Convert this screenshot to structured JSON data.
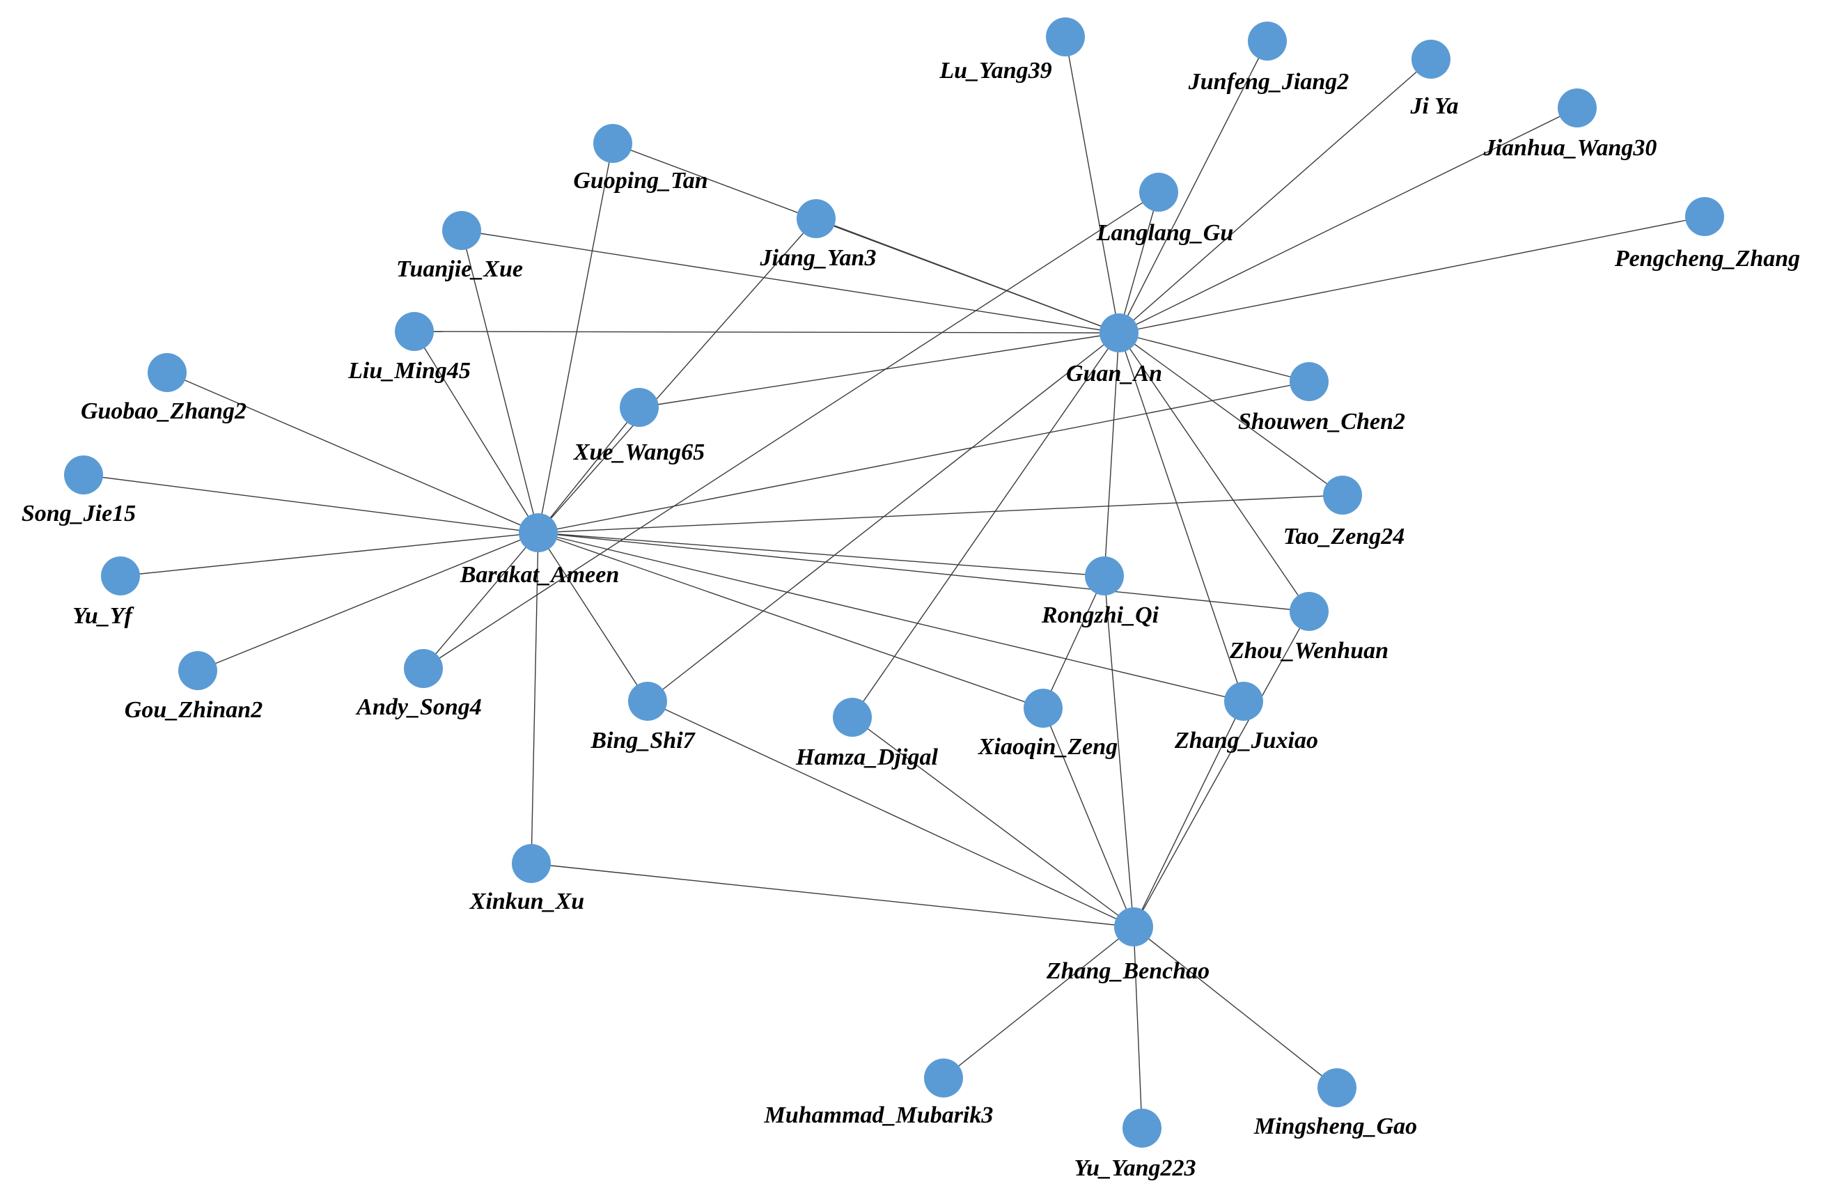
{
  "nodes": [
    {
      "id": "lu_yang39",
      "label": "Lu_Yang39"
    },
    {
      "id": "junfeng_jiang2",
      "label": "Junfeng_Jiang2"
    },
    {
      "id": "ji_ya",
      "label": "Ji Ya"
    },
    {
      "id": "jianhua_wang30",
      "label": "Jianhua_Wang30"
    },
    {
      "id": "guoping_tan",
      "label": "Guoping_Tan"
    },
    {
      "id": "langlang_gu",
      "label": "Langlang_Gu"
    },
    {
      "id": "pengcheng_zhang",
      "label": "Pengcheng_Zhang"
    },
    {
      "id": "jiang_yan3",
      "label": "Jiang_Yan3"
    },
    {
      "id": "tuanjie_xue",
      "label": "Tuanjie_Xue"
    },
    {
      "id": "guan_an",
      "label": "Guan_An"
    },
    {
      "id": "liu_ming45",
      "label": "Liu_Ming45"
    },
    {
      "id": "shouwen_chen2",
      "label": "Shouwen_Chen2"
    },
    {
      "id": "guobao_zhang2",
      "label": "Guobao_Zhang2"
    },
    {
      "id": "xue_wang65",
      "label": "Xue_Wang65"
    },
    {
      "id": "song_jie15",
      "label": "Song_Jie15"
    },
    {
      "id": "tao_zeng24",
      "label": "Tao_Zeng24"
    },
    {
      "id": "barakat_ameen",
      "label": "Barakat_Ameen"
    },
    {
      "id": "rongzhi_qi",
      "label": "Rongzhi_Qi"
    },
    {
      "id": "yu_yf",
      "label": "Yu_Yf"
    },
    {
      "id": "zhou_wenhuan",
      "label": "Zhou_Wenhuan"
    },
    {
      "id": "gou_zhinan2",
      "label": "Gou_Zhinan2"
    },
    {
      "id": "andy_song4",
      "label": "Andy_Song4"
    },
    {
      "id": "bing_shi7",
      "label": "Bing_Shi7"
    },
    {
      "id": "hamza_djigal",
      "label": "Hamza_Djigal"
    },
    {
      "id": "xiaoqin_zeng",
      "label": "Xiaoqin_Zeng"
    },
    {
      "id": "zhang_juxiao",
      "label": "Zhang_Juxiao"
    },
    {
      "id": "xinkun_xu",
      "label": "Xinkun_Xu"
    },
    {
      "id": "zhang_benchao",
      "label": "Zhang_Benchao"
    },
    {
      "id": "muhammad_mubarik3",
      "label": "Muhammad_Mubarik3"
    },
    {
      "id": "mingsheng_gao",
      "label": "Mingsheng_Gao"
    },
    {
      "id": "yu_yang223",
      "label": "Yu_Yang223"
    }
  ],
  "edges": [
    [
      "guan_an",
      "lu_yang39"
    ],
    [
      "guan_an",
      "junfeng_jiang2"
    ],
    [
      "guan_an",
      "ji_ya"
    ],
    [
      "guan_an",
      "jianhua_wang30"
    ],
    [
      "guan_an",
      "langlang_gu"
    ],
    [
      "guan_an",
      "pengcheng_zhang"
    ],
    [
      "guan_an",
      "guoping_tan"
    ],
    [
      "guan_an",
      "jiang_yan3"
    ],
    [
      "guan_an",
      "tuanjie_xue"
    ],
    [
      "guan_an",
      "liu_ming45"
    ],
    [
      "guan_an",
      "xue_wang65"
    ],
    [
      "guan_an",
      "shouwen_chen2"
    ],
    [
      "guan_an",
      "tao_zeng24"
    ],
    [
      "guan_an",
      "zhou_wenhuan"
    ],
    [
      "guan_an",
      "zhang_juxiao"
    ],
    [
      "guan_an",
      "rongzhi_qi"
    ],
    [
      "guan_an",
      "hamza_djigal"
    ],
    [
      "guan_an",
      "bing_shi7"
    ],
    [
      "barakat_ameen",
      "guoping_tan"
    ],
    [
      "barakat_ameen",
      "tuanjie_xue"
    ],
    [
      "barakat_ameen",
      "liu_ming45"
    ],
    [
      "barakat_ameen",
      "jiang_yan3"
    ],
    [
      "barakat_ameen",
      "xue_wang65"
    ],
    [
      "barakat_ameen",
      "guobao_zhang2"
    ],
    [
      "barakat_ameen",
      "song_jie15"
    ],
    [
      "barakat_ameen",
      "yu_yf"
    ],
    [
      "barakat_ameen",
      "gou_zhinan2"
    ],
    [
      "barakat_ameen",
      "andy_song4"
    ],
    [
      "barakat_ameen",
      "bing_shi7"
    ],
    [
      "barakat_ameen",
      "xinkun_xu"
    ],
    [
      "barakat_ameen",
      "shouwen_chen2"
    ],
    [
      "barakat_ameen",
      "tao_zeng24"
    ],
    [
      "barakat_ameen",
      "rongzhi_qi"
    ],
    [
      "barakat_ameen",
      "zhou_wenhuan"
    ],
    [
      "barakat_ameen",
      "xiaoqin_zeng"
    ],
    [
      "barakat_ameen",
      "zhang_juxiao"
    ],
    [
      "andy_song4",
      "langlang_gu"
    ],
    [
      "zhang_benchao",
      "xinkun_xu"
    ],
    [
      "zhang_benchao",
      "bing_shi7"
    ],
    [
      "zhang_benchao",
      "hamza_djigal"
    ],
    [
      "zhang_benchao",
      "xiaoqin_zeng"
    ],
    [
      "zhang_benchao",
      "rongzhi_qi"
    ],
    [
      "zhang_benchao",
      "zhang_juxiao"
    ],
    [
      "zhang_benchao",
      "zhou_wenhuan"
    ],
    [
      "zhang_benchao",
      "muhammad_mubarik3"
    ],
    [
      "zhang_benchao",
      "yu_yang223"
    ],
    [
      "zhang_benchao",
      "mingsheng_gao"
    ],
    [
      "rongzhi_qi",
      "xiaoqin_zeng"
    ]
  ]
}
